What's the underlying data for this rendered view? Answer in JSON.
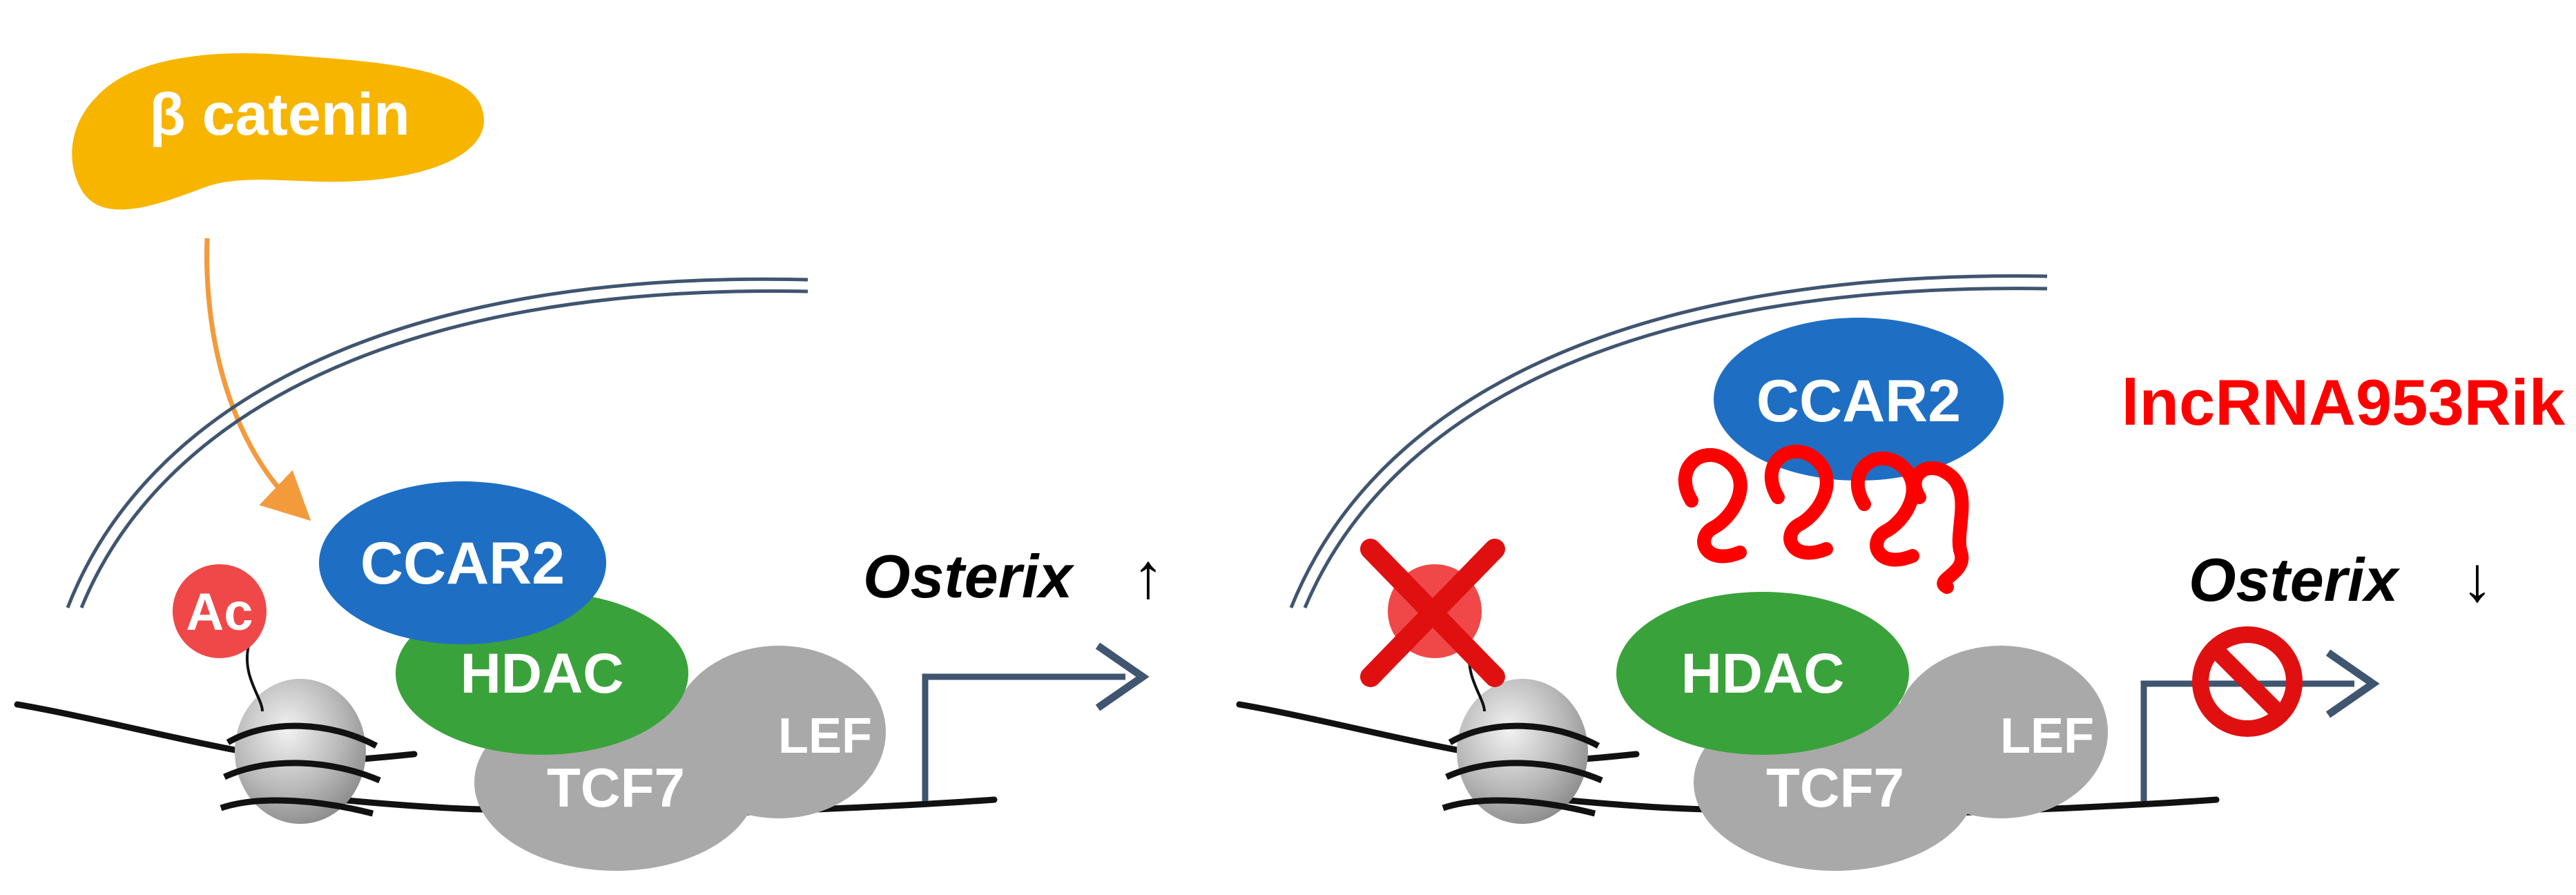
{
  "beta_catenin": {
    "label": "β catenin"
  },
  "left_panel": {
    "ac_label": "Ac",
    "ccar2_label": "CCAR2",
    "hdac_label": "HDAC",
    "lef_label": "LEF",
    "tcf7_label": "TCF7",
    "osterix_label": "Osterix",
    "osterix_arrow": "↑"
  },
  "right_panel": {
    "lncrna_label": "lncRNA953Rik",
    "ccar2_label": "CCAR2",
    "hdac_label": "HDAC",
    "lef_label": "LEF",
    "tcf7_label": "TCF7",
    "osterix_label": "Osterix",
    "osterix_arrow": "↓"
  },
  "colors": {
    "beta_catenin": "#f7b500",
    "ccar2": "#1e6fc4",
    "hdac": "#3aa23a",
    "grey_protein": "#a9a9a9",
    "ac": "#f04848",
    "lncrna": "#ff0000",
    "arrow_slate": "#3f5570",
    "orange_arrow": "#f39a3d"
  }
}
